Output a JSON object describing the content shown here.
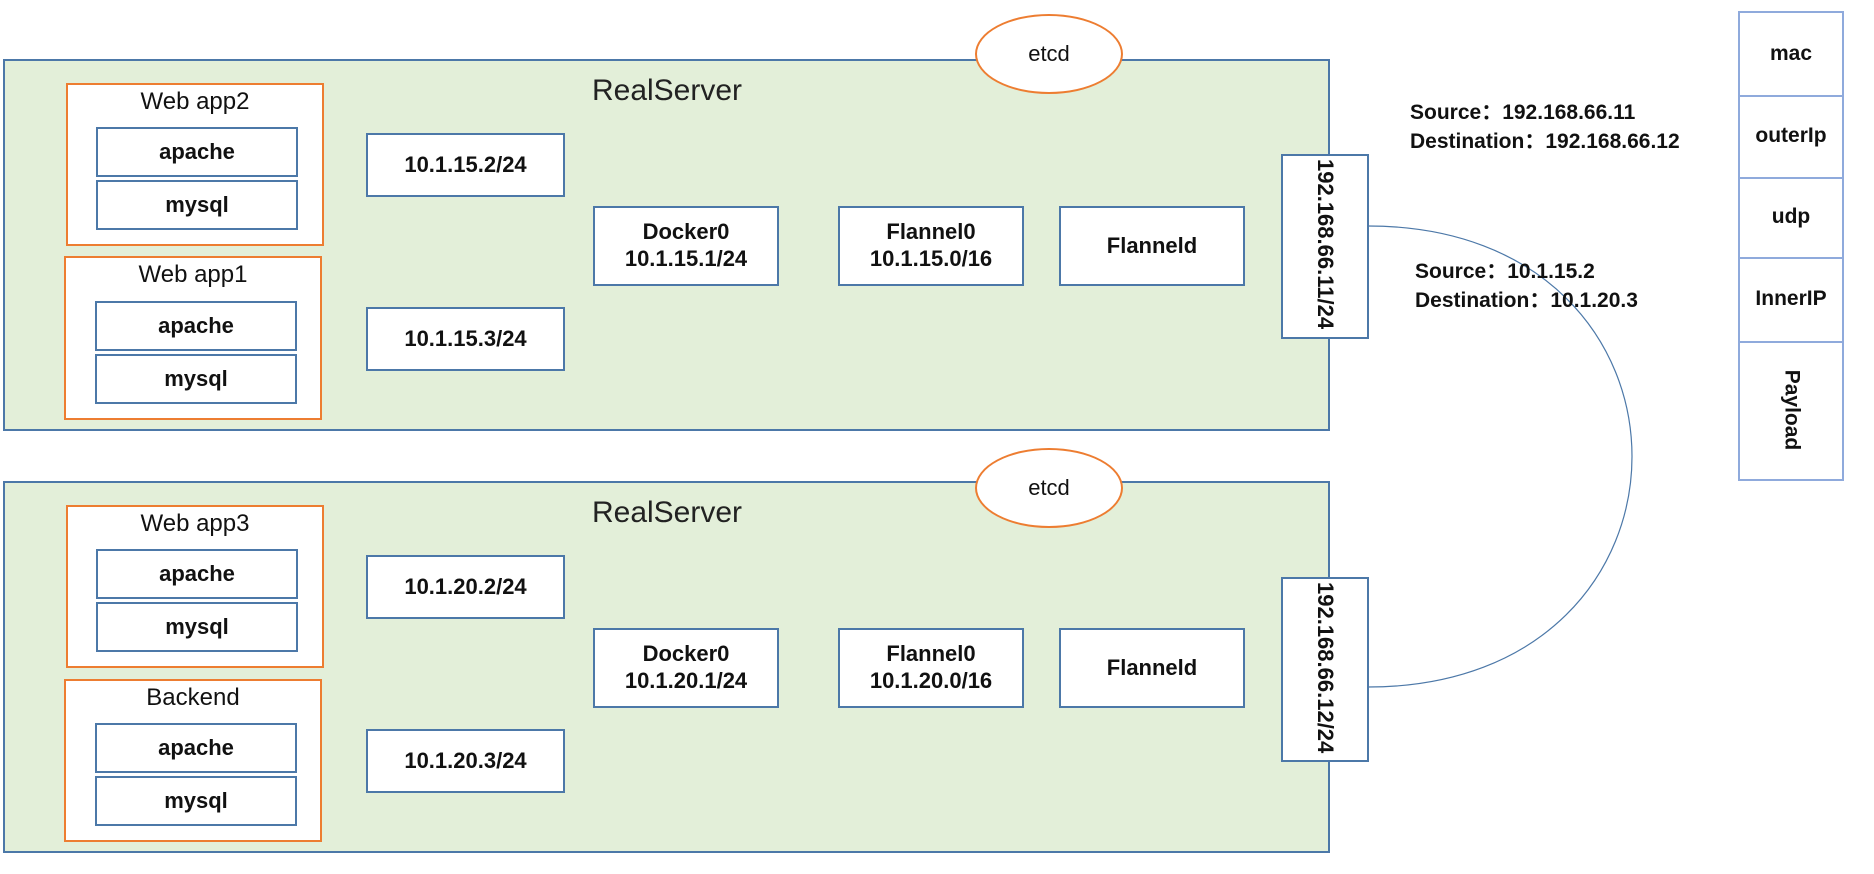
{
  "servers": [
    {
      "title": "RealServer",
      "etcd": "etcd",
      "apps": [
        {
          "name": "Web app2",
          "services": [
            "apache",
            "mysql"
          ]
        },
        {
          "name": "Web app1",
          "services": [
            "apache",
            "mysql"
          ]
        }
      ],
      "veth": [
        "10.1.15.2/24",
        "10.1.15.3/24"
      ],
      "docker": {
        "name": "Docker0",
        "ip": "10.1.15.1/24"
      },
      "flannel0": {
        "name": "Flannel0",
        "ip": "10.1.15.0/16"
      },
      "flanneld": "Flanneld",
      "host_ip": "192.168.66.11/24"
    },
    {
      "title": "RealServer",
      "etcd": "etcd",
      "apps": [
        {
          "name": "Web app3",
          "services": [
            "apache",
            "mysql"
          ]
        },
        {
          "name": "Backend",
          "services": [
            "apache",
            "mysql"
          ]
        }
      ],
      "veth": [
        "10.1.20.2/24",
        "10.1.20.3/24"
      ],
      "docker": {
        "name": "Docker0",
        "ip": "10.1.20.1/24"
      },
      "flannel0": {
        "name": "Flannel0",
        "ip": "10.1.20.0/16"
      },
      "flanneld": "Flanneld",
      "host_ip": "192.168.66.12/24"
    }
  ],
  "outer_header": {
    "source": "Source：192.168.66.11",
    "destination": "Destination：192.168.66.12"
  },
  "inner_header": {
    "source": "Source：10.1.15.2",
    "destination": "Destination：10.1.20.3"
  },
  "packet": [
    "mac",
    "outerIp",
    "udp",
    "InnerIP",
    "Payload"
  ],
  "colors": {
    "server_fill": "#e3efd9",
    "box_border": "#4c78a8",
    "app_border": "#ed7d31",
    "packet_border": "#8faadc"
  }
}
